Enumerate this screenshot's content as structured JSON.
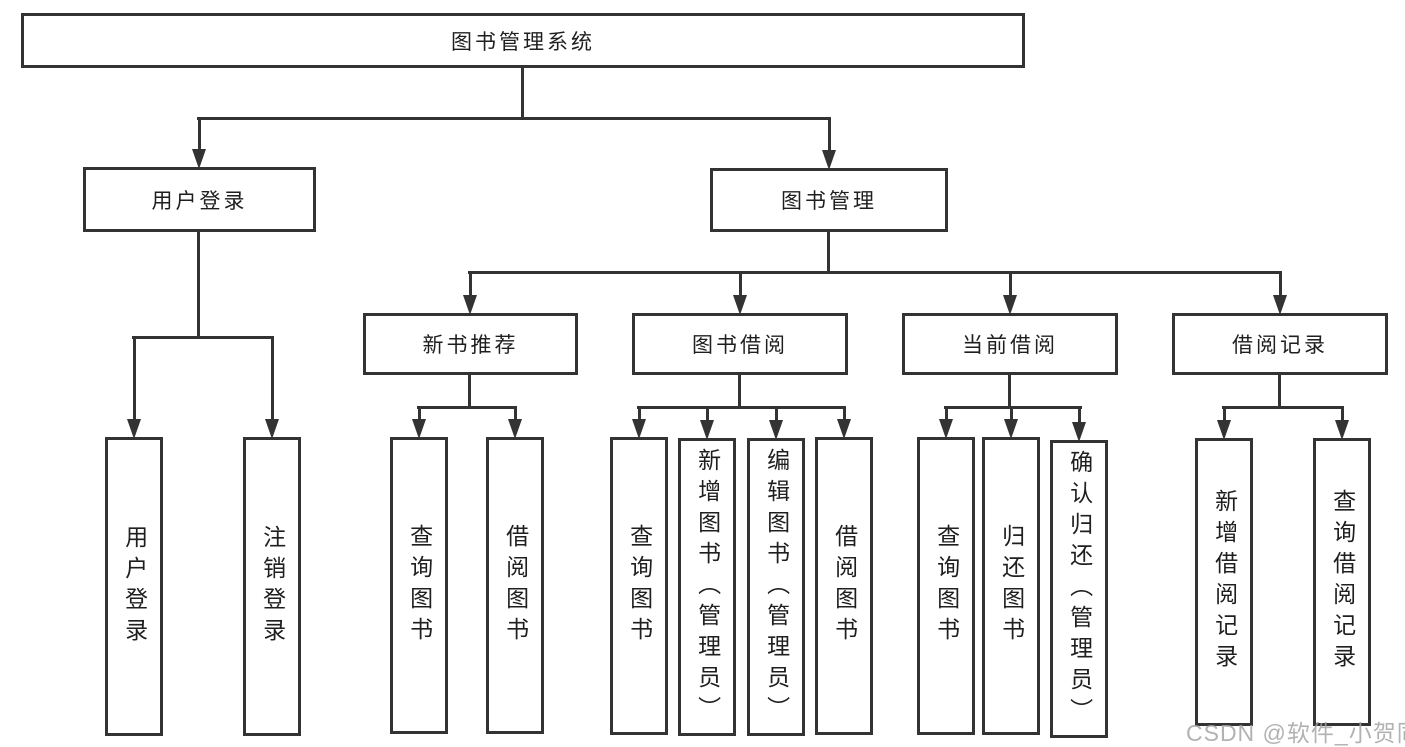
{
  "diagram": {
    "title": "图书管理系统",
    "nodes": {
      "root": "图书管理系统",
      "user_login": "用户登录",
      "book_mgmt": "图书管理",
      "new_book_rec": "新书推荐",
      "book_borrow": "图书借阅",
      "current_borrow": "当前借阅",
      "borrow_records": "借阅记录",
      "leaf_user_login": "用户登录",
      "leaf_logout": "注销登录",
      "leaf_nb_query": "查询图书",
      "leaf_nb_borrow": "借阅图书",
      "leaf_bb_query": "查询图书",
      "leaf_bb_add": "新增图书（管理员）",
      "leaf_bb_edit": "编辑图书（管理员）",
      "leaf_bb_borrow": "借阅图书",
      "leaf_cb_query": "查询图书",
      "leaf_cb_return": "归还图书",
      "leaf_cb_confirm": "确认归还（管理员）",
      "leaf_br_add": "新增借阅记录",
      "leaf_br_query": "查询借阅记录"
    },
    "watermark": "CSDN @软件_小贺同学",
    "colors": {
      "line": "#333333",
      "text": "#1f1f1f",
      "watermark": "#a5a5a5",
      "background": "#ffffff"
    }
  }
}
